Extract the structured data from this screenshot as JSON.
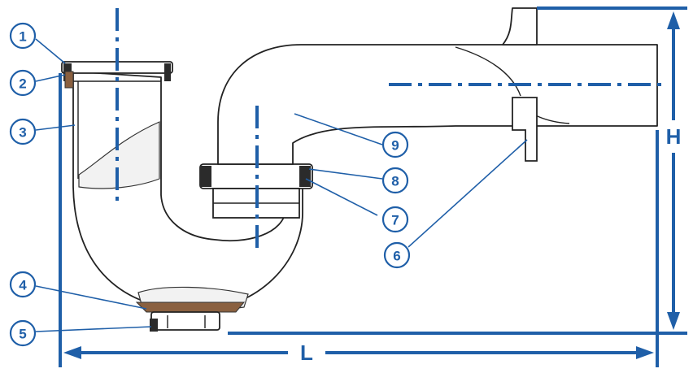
{
  "callouts": [
    {
      "id": "1",
      "label": "1"
    },
    {
      "id": "2",
      "label": "2"
    },
    {
      "id": "3",
      "label": "3"
    },
    {
      "id": "4",
      "label": "4"
    },
    {
      "id": "5",
      "label": "5"
    },
    {
      "id": "6",
      "label": "6"
    },
    {
      "id": "7",
      "label": "7"
    },
    {
      "id": "8",
      "label": "8"
    },
    {
      "id": "9",
      "label": "9"
    }
  ],
  "dimensions": {
    "length_label": "L",
    "height_label": "H"
  },
  "colors": {
    "accent": "#1f5fa8",
    "line": "#222222"
  }
}
